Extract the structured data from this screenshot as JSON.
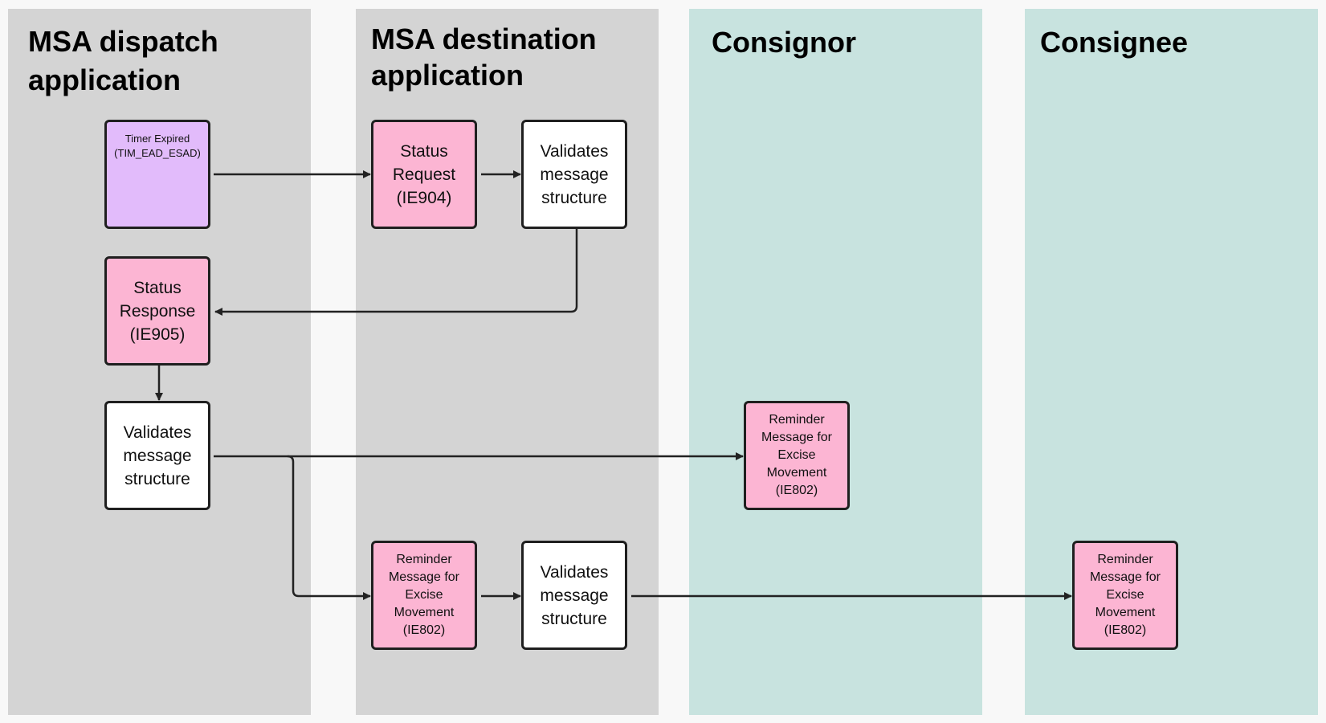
{
  "lanes": [
    {
      "title": "MSA dispatch\napplication"
    },
    {
      "title": "MSA destination\napplication"
    },
    {
      "title": "Consignor"
    },
    {
      "title": "Consignee"
    }
  ],
  "nodes": {
    "timer_expired": "Timer Expired\n(TIM_EAD_ESAD)",
    "status_request": "Status\nRequest\n(IE904)",
    "validates_dest_1": "Validates\nmessage\nstructure",
    "status_response": "Status\nResponse\n(IE905)",
    "validates_dispatch": "Validates\nmessage\nstructure",
    "reminder_consignor": "Reminder\nMessage for\nExcise\nMovement\n(IE802)",
    "reminder_dest": "Reminder\nMessage for\nExcise\nMovement\n(IE802)",
    "validates_dest_2": "Validates\nmessage\nstructure",
    "reminder_consignee": "Reminder\nMessage for\nExcise\nMovement\n(IE802)"
  },
  "colors": {
    "lane_gray": "#d4d4d4",
    "lane_teal": "#c8e3df",
    "message_pink": "#fcb5d3",
    "timer_purple": "#e2bbfb",
    "process_white": "#ffffff",
    "connector": "#222222"
  }
}
